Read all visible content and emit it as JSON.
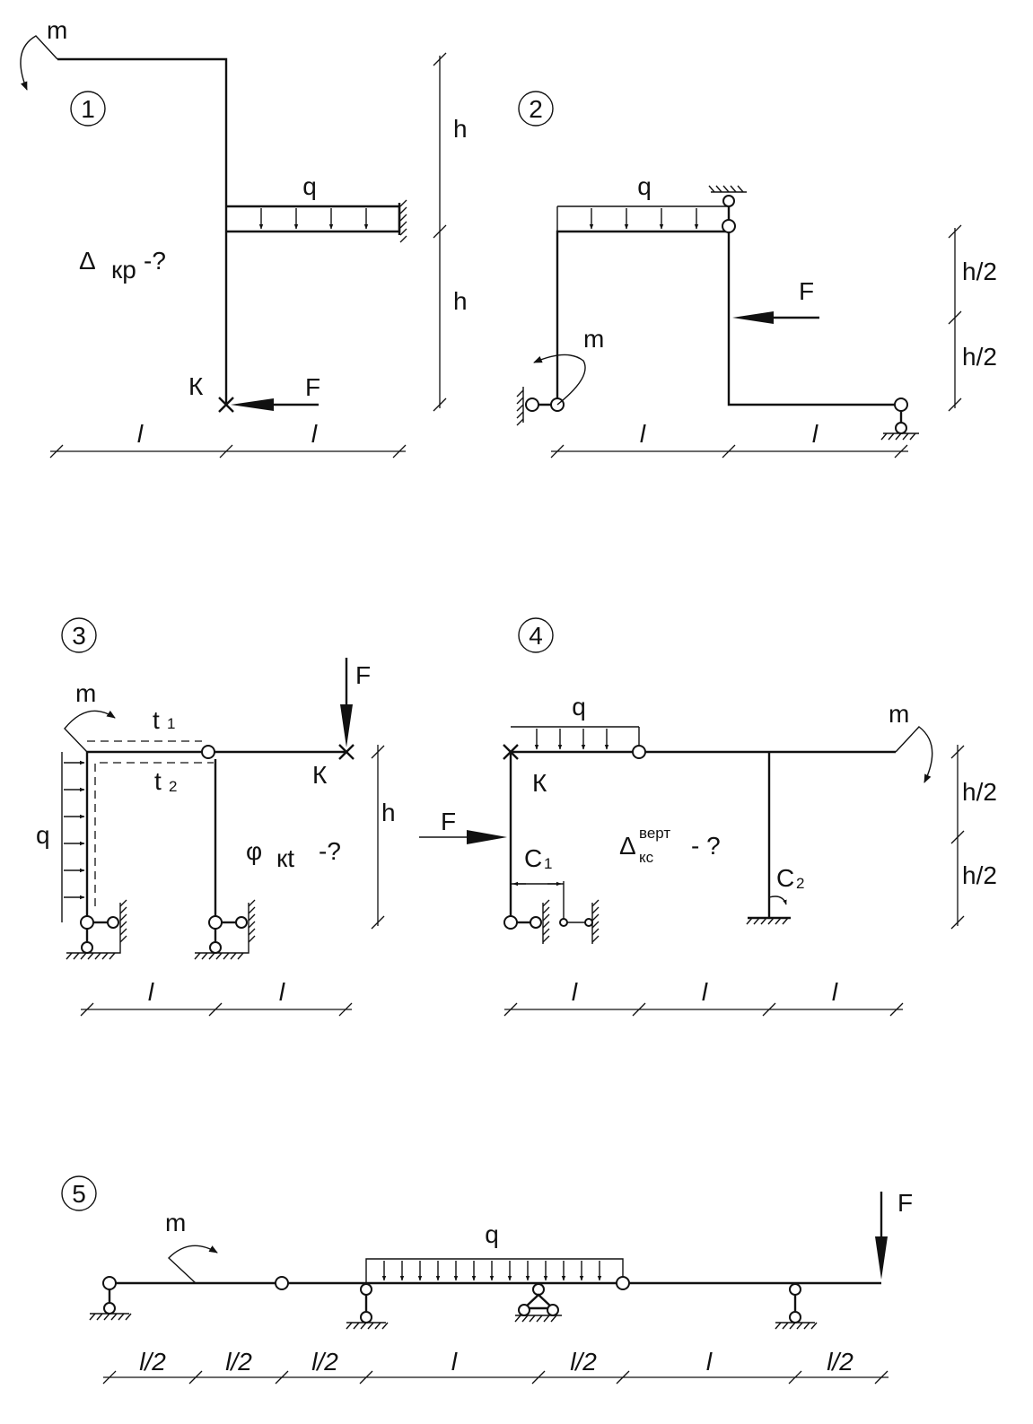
{
  "colors": {
    "ink": "#111111",
    "paper": "#ffffff"
  },
  "schemes": [
    {
      "number": "1",
      "labels": {
        "moment": "m",
        "load": "q",
        "point": "К",
        "force": "F",
        "query_symbol": "Δ",
        "query_sub": "кр",
        "query_suffix": "-?"
      },
      "dims": {
        "h1": "h",
        "h2": "h",
        "l1": "l",
        "l2": "l"
      }
    },
    {
      "number": "2",
      "labels": {
        "load": "q",
        "force": "F",
        "moment": "m"
      },
      "dims": {
        "h1": "h/2",
        "h2": "h/2",
        "l1": "l",
        "l2": "l"
      }
    },
    {
      "number": "3",
      "labels": {
        "moment": "m",
        "t1_main": "t",
        "t1_sub": "1",
        "t2_main": "t",
        "t2_sub": "2",
        "force": "F",
        "point": "К",
        "load": "q",
        "query_symbol": "φ",
        "query_sub": "кt",
        "query_suffix": "-?"
      },
      "dims": {
        "h": "h",
        "l1": "l",
        "l2": "l"
      }
    },
    {
      "number": "4",
      "labels": {
        "load": "q",
        "moment": "m",
        "point": "К",
        "force": "F",
        "c1_main": "C",
        "c1_sub": "1",
        "c2_main": "C",
        "c2_sub": "2",
        "query_symbol": "Δ",
        "query_sup": "верт",
        "query_sub": "кс",
        "query_suffix": "- ?"
      },
      "dims": {
        "h1": "h/2",
        "h2": "h/2",
        "l1": "l",
        "l2": "l",
        "l3": "l"
      }
    },
    {
      "number": "5",
      "labels": {
        "moment": "m",
        "load": "q",
        "force": "F"
      },
      "dims": [
        "l/2",
        "l/2",
        "l/2",
        "l",
        "l/2",
        "l",
        "l/2"
      ]
    }
  ]
}
